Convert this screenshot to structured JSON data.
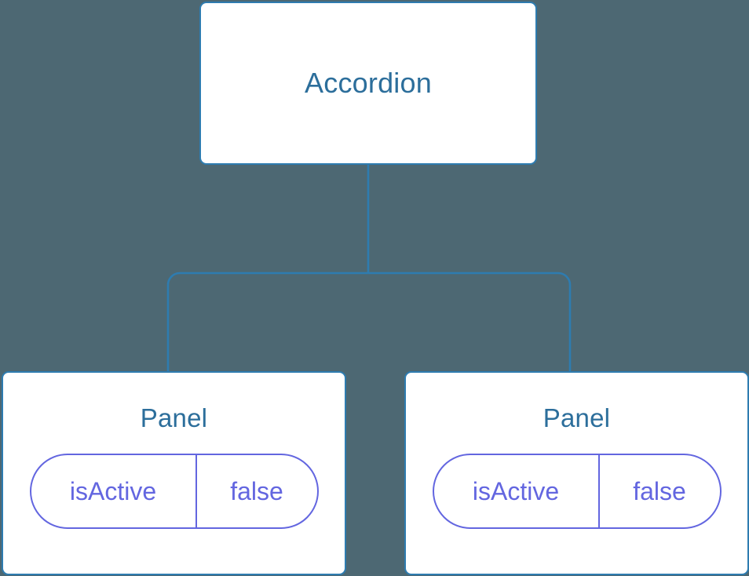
{
  "diagram": {
    "type": "component-tree",
    "background_color": "#4d6873",
    "node_fill": "#ffffff",
    "node_border_color": "#2e7cb0",
    "node_title_color": "#2c6e9b",
    "prop_color": "#6366e0",
    "edge_color": "#2e7cb0"
  },
  "root": {
    "title": "Accordion"
  },
  "children": [
    {
      "title": "Panel",
      "prop": {
        "key": "isActive",
        "value": "false"
      }
    },
    {
      "title": "Panel",
      "prop": {
        "key": "isActive",
        "value": "false"
      }
    }
  ],
  "edges": [
    {
      "from": "Accordion",
      "to": "Panel-left"
    },
    {
      "from": "Accordion",
      "to": "Panel-right"
    }
  ]
}
